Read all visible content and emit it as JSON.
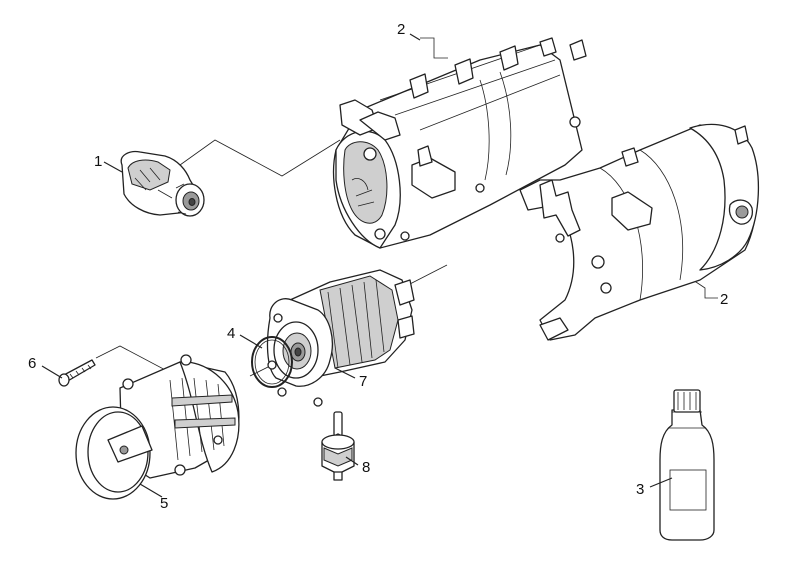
{
  "callouts": [
    {
      "id": "1",
      "label": "1"
    },
    {
      "id": "2a",
      "label": "2"
    },
    {
      "id": "2b",
      "label": "2"
    },
    {
      "id": "3",
      "label": "3"
    },
    {
      "id": "4",
      "label": "4"
    },
    {
      "id": "5",
      "label": "5"
    },
    {
      "id": "6",
      "label": "6"
    },
    {
      "id": "7",
      "label": "7"
    },
    {
      "id": "8",
      "label": "8"
    }
  ]
}
